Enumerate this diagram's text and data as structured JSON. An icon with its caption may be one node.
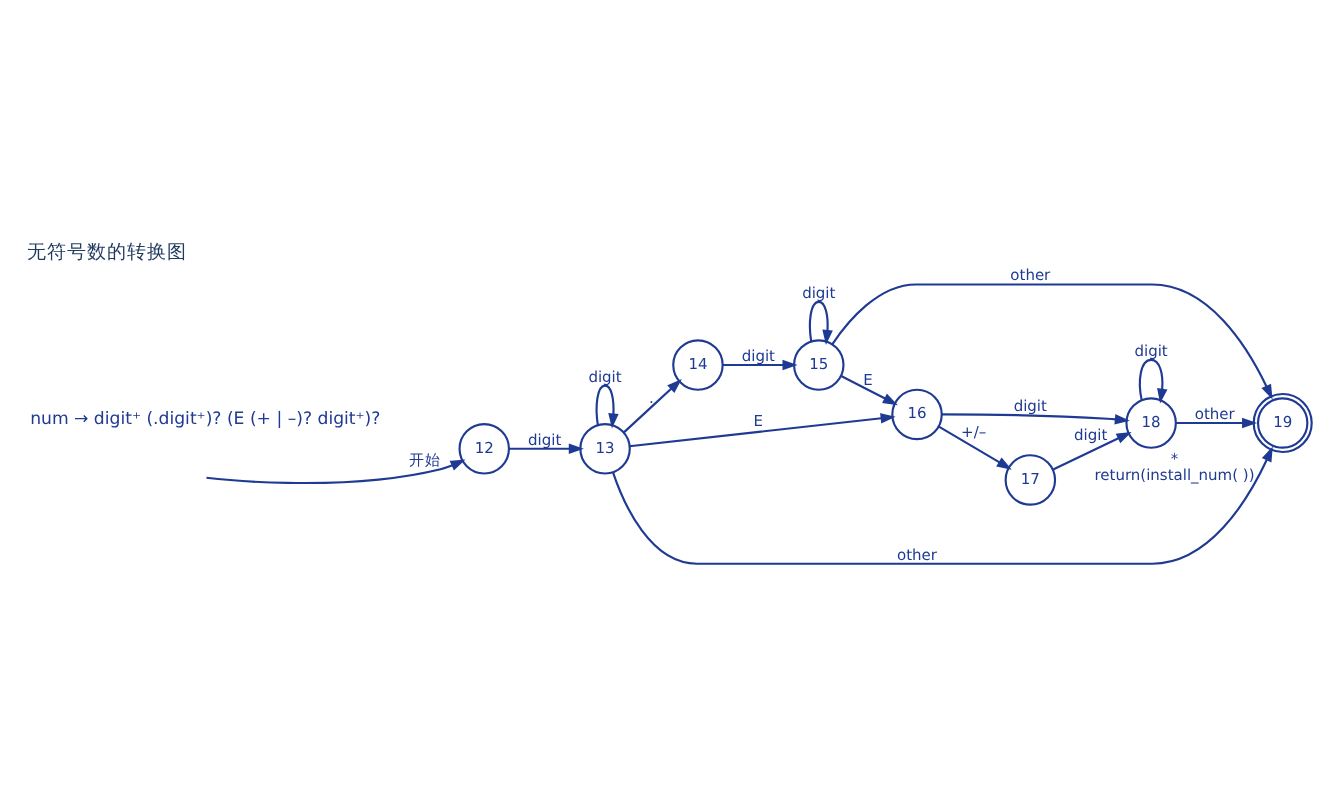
{
  "diagram": {
    "title": "无符号数的转换图",
    "nodes": [
      {
        "text": [
          "12"
        ]
      },
      {
        "text": [
          "13"
        ]
      },
      {
        "text": [
          "14"
        ]
      },
      {
        "text": [
          "15"
        ]
      },
      {
        "text": [
          "16"
        ]
      },
      {
        "text": [
          "17"
        ]
      },
      {
        "text": [
          "18"
        ]
      },
      {
        "text": [
          "19"
        ],
        "beside": [
          "*",
          "return(install_num( ))"
        ]
      }
    ],
    "edges": [
      {
        "from": null,
        "to": 0,
        "arrow": "to",
        "label": "开始"
      },
      {
        "from": 0,
        "to": 1,
        "arrow": "to",
        "label": "digit"
      },
      {
        "from": 1,
        "to": 1,
        "arrow": "to",
        "label": "digit"
      },
      {
        "from": 1,
        "to": 2,
        "arrow": "to",
        "label": "."
      },
      {
        "from": 1,
        "to": 4,
        "arrow": "to",
        "label": "E"
      },
      {
        "from": 2,
        "to": 3,
        "arrow": "to",
        "label": "digit"
      },
      {
        "from": 3,
        "to": 3,
        "arrow": "to",
        "label": "digit"
      },
      {
        "from": 3,
        "to": 4,
        "arrow": "to",
        "label": "E"
      },
      {
        "from": 4,
        "to": 5,
        "arrow": "to",
        "label": "+/–"
      },
      {
        "from": 4,
        "to": 6,
        "arrow": "to",
        "label": "digit"
      },
      {
        "from": 5,
        "to": 6,
        "arrow": "to",
        "label": "digit"
      },
      {
        "from": 6,
        "to": 6,
        "arrow": "to",
        "label": "digit"
      },
      {
        "from": 6,
        "to": 7,
        "arrow": "to",
        "label": "other"
      },
      {
        "from": 3,
        "to": 7,
        "arrow": "to",
        "label": "other"
      },
      {
        "from": 1,
        "to": 7,
        "arrow": "to",
        "label": "other"
      }
    ],
    "labels": [
      "num → digit⁺ (.digit⁺)? (E (+ | –)? digit⁺)?"
    ]
  }
}
